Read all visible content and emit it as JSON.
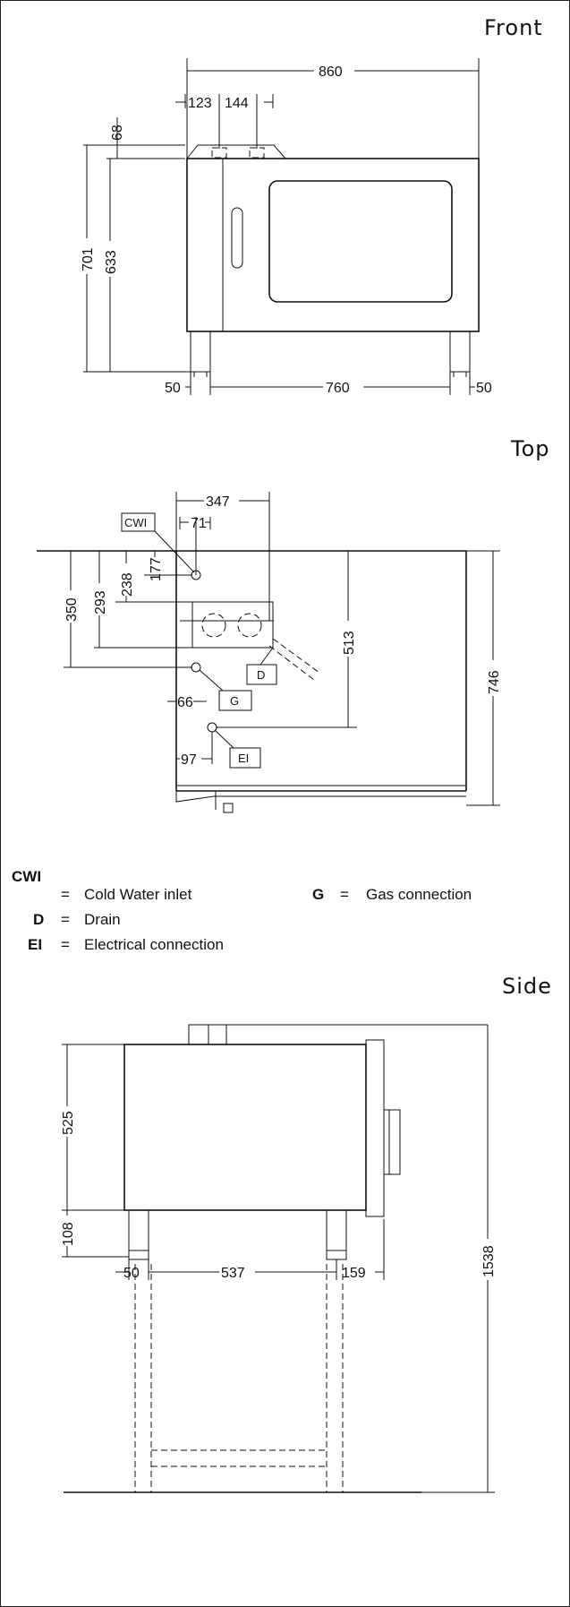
{
  "views": {
    "front": {
      "title": "Front",
      "dims": {
        "overall_width": "860",
        "conn_a": "123",
        "conn_b": "144",
        "top_offset": "68",
        "total_height": "701",
        "body_height": "633",
        "left_margin": "50",
        "leg_span": "760",
        "right_margin": "50"
      }
    },
    "top": {
      "title": "Top",
      "dims": {
        "d347": "347",
        "d71": "71",
        "d177": "177",
        "d238": "238",
        "d293": "293",
        "d350": "350",
        "d513": "513",
        "d746": "746",
        "d66": "66",
        "d97": "97"
      },
      "tags": {
        "cwi": "CWI",
        "d": "D",
        "g": "G",
        "ei": "EI"
      }
    },
    "side": {
      "title": "Side",
      "dims": {
        "body": "525",
        "legs": "108",
        "front_offset": "50",
        "leg_span": "537",
        "rear_offset": "159",
        "overall_height": "1538"
      }
    }
  },
  "legend": {
    "cwi": {
      "code": "CWI",
      "eq": "=",
      "text": "Cold Water inlet"
    },
    "g": {
      "code": "G",
      "eq": "=",
      "text": "Gas connection"
    },
    "d": {
      "code": "D",
      "eq": "=",
      "text": "Drain"
    },
    "ei": {
      "code": "EI",
      "eq": "=",
      "text": "Electrical connection"
    }
  }
}
